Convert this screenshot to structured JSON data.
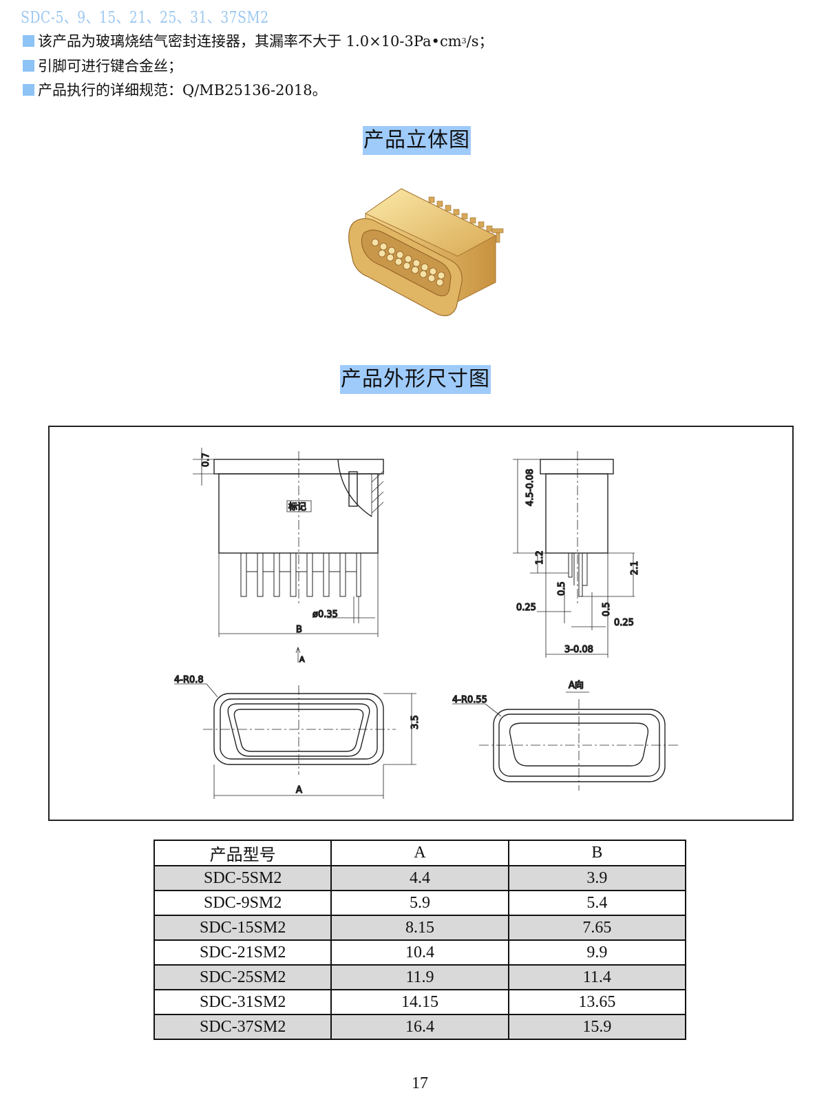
{
  "title": "SDC-5、9、15、21、25、31、37SM2",
  "bullets": [
    {
      "text": "该产品为玻璃烧结气密封连接器，其漏率不大于 1.0×10-3Pa•cm",
      "sup": "3",
      "tail": "/s；"
    },
    {
      "text": "引脚可进行键合金丝；"
    },
    {
      "text": "产品执行的详细规范：Q/MB25136-2018。"
    }
  ],
  "headings": {
    "view3d": "产品立体图",
    "dimensions": "产品外形尺寸图"
  },
  "drawing": {
    "dim_07": "0.7",
    "mark_label": "标记",
    "dia_pin": "ø0.35",
    "dim_B": "B",
    "arrow_A": "A",
    "dim_45": "4.5-0.08",
    "dim_12": "1.2",
    "dim_21": "2.1",
    "dim_025_left": "0.25",
    "dim_025_right": "0.25",
    "dim_05_left": "0.5",
    "dim_05_right": "0.5",
    "dim_3": "3-0.08",
    "radius_left": "4-R0.8",
    "dim_35": "3.5",
    "dim_A": "A",
    "view_A": "A向",
    "radius_right": "4-R0.55"
  },
  "table": {
    "headers": [
      "产品型号",
      "A",
      "B"
    ],
    "rows": [
      [
        "SDC-5SM2",
        "4.4",
        "3.9"
      ],
      [
        "SDC-9SM2",
        "5.9",
        "5.4"
      ],
      [
        "SDC-15SM2",
        "8.15",
        "7.65"
      ],
      [
        "SDC-21SM2",
        "10.4",
        "9.9"
      ],
      [
        "SDC-25SM2",
        "11.9",
        "11.4"
      ],
      [
        "SDC-31SM2",
        "14.15",
        "13.65"
      ],
      [
        "SDC-37SM2",
        "16.4",
        "15.9"
      ]
    ]
  },
  "page_number": "17",
  "colors": {
    "accent": "#9fcbfb",
    "title": "#9cc8f2",
    "gold": "#e8c777",
    "row_shade": "#d9d9d9"
  }
}
